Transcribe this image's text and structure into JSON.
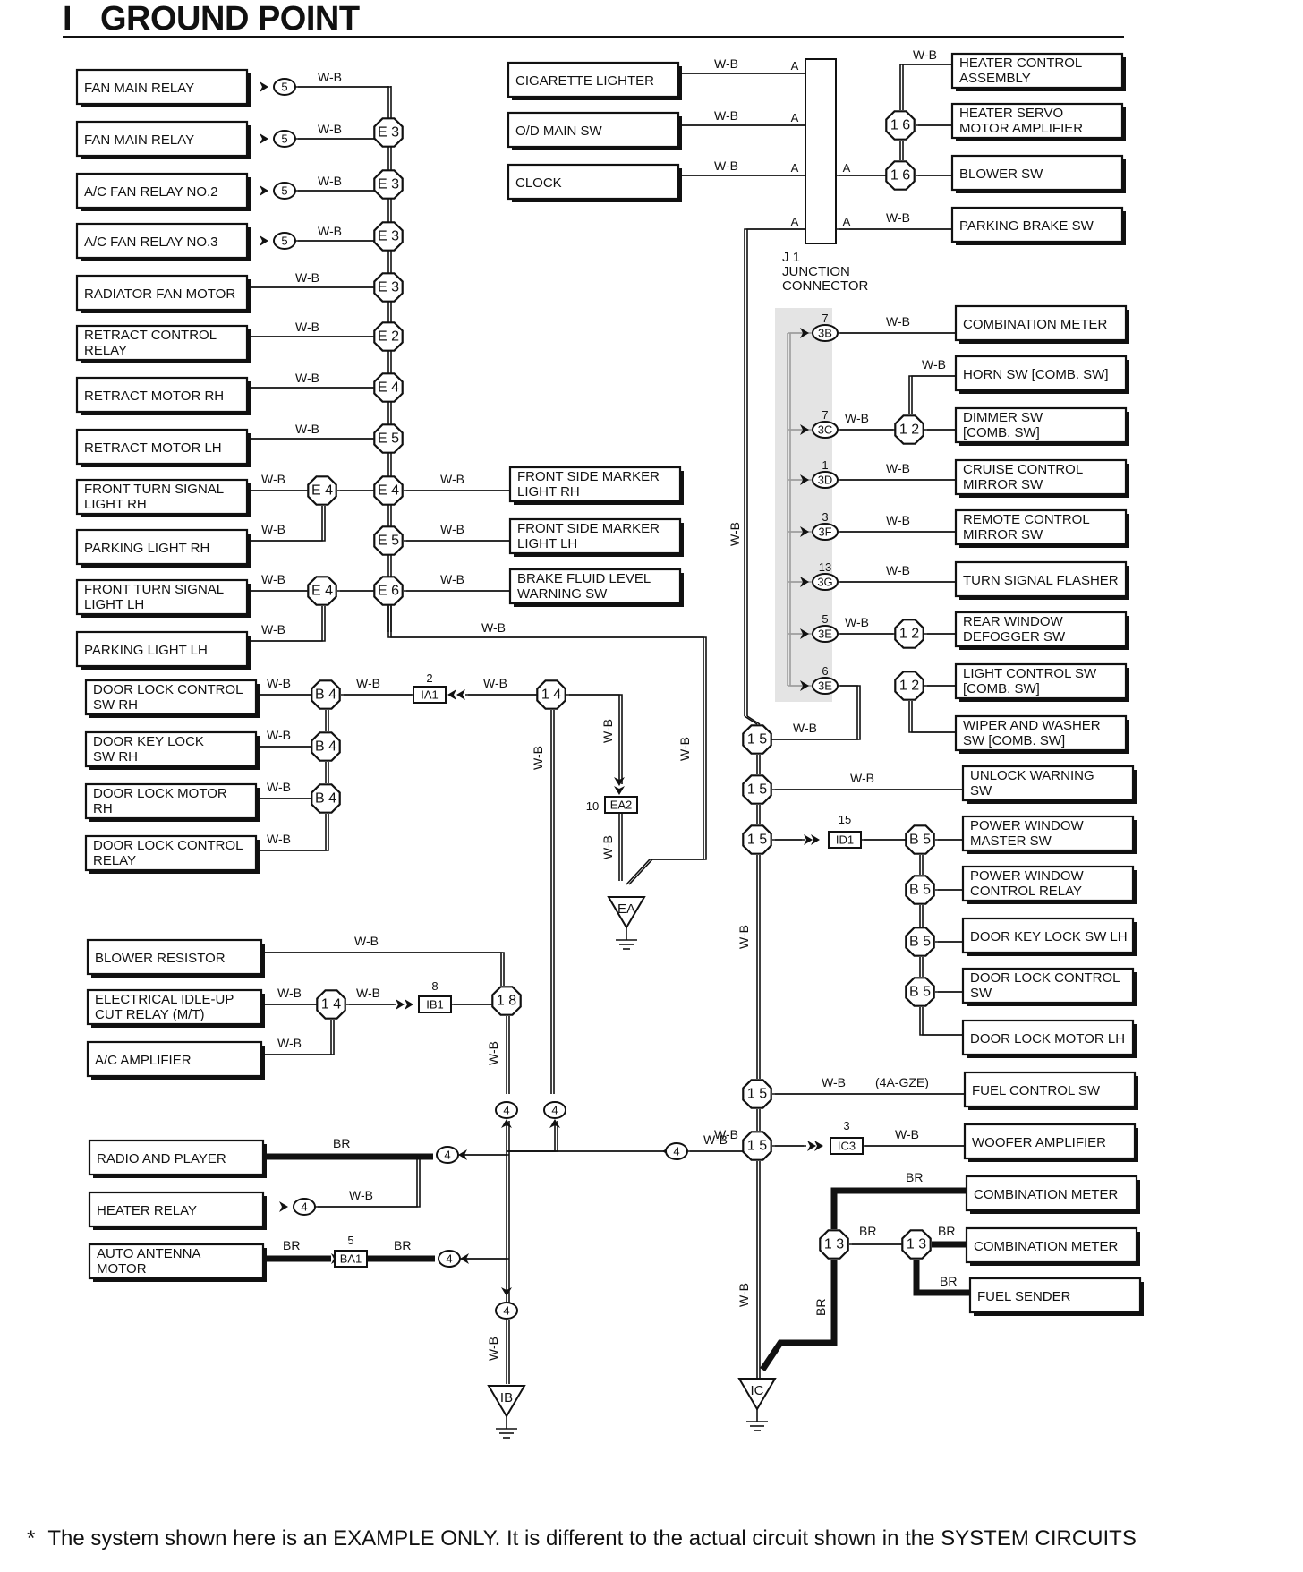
{
  "header": {
    "letter": "I",
    "title": "GROUND POINT"
  },
  "wire_color": "W-B",
  "wire_color_br": "BR",
  "junction": {
    "name": "J 1",
    "line1": "JUNCTION",
    "line2": "CONNECTOR",
    "pin": "A"
  },
  "components": [
    {
      "key": "fan-main-relay-1",
      "lines": [
        "FAN MAIN RELAY"
      ]
    },
    {
      "key": "fan-main-relay-2",
      "lines": [
        "FAN MAIN RELAY"
      ]
    },
    {
      "key": "ac-fan-relay-2",
      "lines": [
        "A/C FAN RELAY NO.2"
      ]
    },
    {
      "key": "ac-fan-relay-3",
      "lines": [
        "A/C FAN RELAY NO.3"
      ]
    },
    {
      "key": "radiator-fan-motor",
      "lines": [
        "RADIATOR FAN MOTOR"
      ]
    },
    {
      "key": "retract-control-relay",
      "lines": [
        "RETRACT CONTROL",
        "RELAY"
      ]
    },
    {
      "key": "retract-motor-rh",
      "lines": [
        "RETRACT MOTOR RH"
      ]
    },
    {
      "key": "retract-motor-lh",
      "lines": [
        "RETRACT MOTOR LH"
      ]
    },
    {
      "key": "front-turn-signal-rh",
      "lines": [
        "FRONT TURN SIGNAL",
        "LIGHT RH"
      ]
    },
    {
      "key": "parking-light-rh",
      "lines": [
        "PARKING LIGHT RH"
      ]
    },
    {
      "key": "front-turn-signal-lh",
      "lines": [
        "FRONT TURN SIGNAL",
        "LIGHT LH"
      ]
    },
    {
      "key": "parking-light-lh",
      "lines": [
        "PARKING LIGHT LH"
      ]
    },
    {
      "key": "door-lock-control-sw-rh",
      "lines": [
        "DOOR LOCK CONTROL",
        "SW RH"
      ]
    },
    {
      "key": "door-key-lock-sw-rh",
      "lines": [
        "DOOR KEY LOCK",
        "SW RH"
      ]
    },
    {
      "key": "door-lock-motor-rh",
      "lines": [
        "DOOR LOCK MOTOR",
        "RH"
      ]
    },
    {
      "key": "door-lock-control-relay",
      "lines": [
        "DOOR LOCK CONTROL",
        "RELAY"
      ]
    },
    {
      "key": "blower-resistor",
      "lines": [
        "BLOWER RESISTOR"
      ]
    },
    {
      "key": "idle-up-cut-relay",
      "lines": [
        "ELECTRICAL IDLE-UP",
        "CUT RELAY (M/T)"
      ]
    },
    {
      "key": "ac-amplifier",
      "lines": [
        "A/C AMPLIFIER"
      ]
    },
    {
      "key": "radio-and-player",
      "lines": [
        "RADIO AND PLAYER"
      ]
    },
    {
      "key": "heater-relay",
      "lines": [
        "HEATER RELAY"
      ]
    },
    {
      "key": "auto-antenna-motor",
      "lines": [
        "AUTO ANTENNA",
        "MOTOR"
      ]
    },
    {
      "key": "cigarette-lighter",
      "lines": [
        "CIGARETTE LIGHTER"
      ]
    },
    {
      "key": "od-main-sw",
      "lines": [
        "O/D MAIN SW"
      ]
    },
    {
      "key": "clock",
      "lines": [
        "CLOCK"
      ]
    },
    {
      "key": "front-side-marker-rh",
      "lines": [
        "FRONT SIDE MARKER",
        "LIGHT RH"
      ]
    },
    {
      "key": "front-side-marker-lh",
      "lines": [
        "FRONT SIDE MARKER",
        "LIGHT LH"
      ]
    },
    {
      "key": "brake-fluid-level-sw",
      "lines": [
        "BRAKE FLUID LEVEL",
        "WARNING SW"
      ]
    },
    {
      "key": "heater-control-assembly",
      "lines": [
        "HEATER CONTROL",
        "ASSEMBLY"
      ]
    },
    {
      "key": "heater-servo-motor-amp",
      "lines": [
        "HEATER SERVO",
        "MOTOR AMPLIFIER"
      ]
    },
    {
      "key": "blower-sw",
      "lines": [
        "BLOWER SW"
      ]
    },
    {
      "key": "parking-brake-sw",
      "lines": [
        "PARKING BRAKE SW"
      ]
    },
    {
      "key": "combination-meter-1",
      "lines": [
        "COMBINATION METER"
      ]
    },
    {
      "key": "horn-sw",
      "lines": [
        "HORN SW [COMB. SW]"
      ]
    },
    {
      "key": "dimmer-sw",
      "lines": [
        "DIMMER SW",
        "[COMB. SW]"
      ]
    },
    {
      "key": "cruise-control-mirror-sw",
      "lines": [
        "CRUISE CONTROL",
        "MIRROR SW"
      ]
    },
    {
      "key": "remote-control-mirror-sw",
      "lines": [
        "REMOTE CONTROL",
        "MIRROR SW"
      ]
    },
    {
      "key": "turn-signal-flasher",
      "lines": [
        "TURN SIGNAL FLASHER"
      ]
    },
    {
      "key": "rear-window-defogger-sw",
      "lines": [
        "REAR WINDOW",
        "DEFOGGER SW"
      ]
    },
    {
      "key": "light-control-sw",
      "lines": [
        "LIGHT CONTROL SW",
        "[COMB. SW]"
      ]
    },
    {
      "key": "wiper-washer-sw",
      "lines": [
        "WIPER AND WASHER",
        "SW [COMB. SW]"
      ]
    },
    {
      "key": "unlock-warning-sw",
      "lines": [
        "UNLOCK WARNING",
        "SW"
      ]
    },
    {
      "key": "power-window-master-sw",
      "lines": [
        "POWER WINDOW",
        "MASTER SW"
      ]
    },
    {
      "key": "power-window-control-relay",
      "lines": [
        "POWER WINDOW",
        "CONTROL RELAY"
      ]
    },
    {
      "key": "door-key-lock-sw-lh",
      "lines": [
        "DOOR KEY LOCK SW LH"
      ]
    },
    {
      "key": "door-lock-control-sw",
      "lines": [
        "DOOR LOCK CONTROL",
        "SW"
      ]
    },
    {
      "key": "door-lock-motor-lh",
      "lines": [
        "DOOR LOCK MOTOR LH"
      ]
    },
    {
      "key": "fuel-control-sw",
      "lines": [
        "FUEL CONTROL SW"
      ]
    },
    {
      "key": "woofer-amplifier",
      "lines": [
        "WOOFER AMPLIFIER"
      ]
    },
    {
      "key": "combination-meter-2",
      "lines": [
        "COMBINATION METER"
      ]
    },
    {
      "key": "combination-meter-3",
      "lines": [
        "COMBINATION METER"
      ]
    },
    {
      "key": "fuel-sender",
      "lines": [
        "FUEL SENDER"
      ]
    }
  ],
  "connectors": [
    {
      "key": "conn-e3-1",
      "label": "E 3"
    },
    {
      "key": "conn-e3-2",
      "label": "E 3"
    },
    {
      "key": "conn-e3-3",
      "label": "E 3"
    },
    {
      "key": "conn-e3-4",
      "label": "E 3"
    },
    {
      "key": "conn-e2",
      "label": "E 2"
    },
    {
      "key": "conn-e4-1",
      "label": "E 4"
    },
    {
      "key": "conn-e5-1",
      "label": "E 5"
    },
    {
      "key": "conn-e4-2",
      "label": "E 4"
    },
    {
      "key": "conn-e4-3",
      "label": "E 4"
    },
    {
      "key": "conn-e5-2",
      "label": "E 5"
    },
    {
      "key": "conn-e4-4",
      "label": "E 4"
    },
    {
      "key": "conn-e6",
      "label": "E 6"
    },
    {
      "key": "conn-b4-1",
      "label": "B 4"
    },
    {
      "key": "conn-b4-2",
      "label": "B 4"
    },
    {
      "key": "conn-b4-3",
      "label": "B 4"
    },
    {
      "key": "conn-14-a",
      "label": "1 4"
    },
    {
      "key": "conn-14-b",
      "label": "1 4"
    },
    {
      "key": "conn-18",
      "label": "1 8"
    },
    {
      "key": "conn-16-1",
      "label": "1 6"
    },
    {
      "key": "conn-16-2",
      "label": "1 6"
    },
    {
      "key": "conn-12-1",
      "label": "1 2"
    },
    {
      "key": "conn-12-2",
      "label": "1 2"
    },
    {
      "key": "conn-12-3",
      "label": "1 2"
    },
    {
      "key": "conn-15-1",
      "label": "1 5"
    },
    {
      "key": "conn-15-2",
      "label": "1 5"
    },
    {
      "key": "conn-15-3",
      "label": "1 5"
    },
    {
      "key": "conn-15-4",
      "label": "1 5"
    },
    {
      "key": "conn-15-5",
      "label": "1 5"
    },
    {
      "key": "conn-b5-1",
      "label": "B 5"
    },
    {
      "key": "conn-b5-2",
      "label": "B 5"
    },
    {
      "key": "conn-b5-3",
      "label": "B 5"
    },
    {
      "key": "conn-b5-4",
      "label": "B 5"
    },
    {
      "key": "conn-13-1",
      "label": "1 3"
    },
    {
      "key": "conn-13-2",
      "label": "1 3"
    }
  ],
  "small_connectors": [
    {
      "key": "sc-5-1",
      "label": "5"
    },
    {
      "key": "sc-5-2",
      "label": "5"
    },
    {
      "key": "sc-5-3",
      "label": "5"
    },
    {
      "key": "sc-5-4",
      "label": "5"
    },
    {
      "key": "sc-4-a",
      "label": "4"
    },
    {
      "key": "sc-4-b",
      "label": "4"
    },
    {
      "key": "sc-4-c",
      "label": "4"
    },
    {
      "key": "sc-4-d",
      "label": "4"
    },
    {
      "key": "sc-4-e",
      "label": "4"
    },
    {
      "key": "sc-4-f",
      "label": "4"
    },
    {
      "key": "sc-4-g",
      "label": "4"
    }
  ],
  "junction_pins": [
    {
      "key": "jp-3b",
      "label": "3B",
      "pin": "7"
    },
    {
      "key": "jp-3c",
      "label": "3C",
      "pin": "7"
    },
    {
      "key": "jp-3d",
      "label": "3D",
      "pin": "1"
    },
    {
      "key": "jp-3f",
      "label": "3F",
      "pin": "3"
    },
    {
      "key": "jp-3g",
      "label": "3G",
      "pin": "13"
    },
    {
      "key": "jp-3e",
      "label": "3E",
      "pin": "5"
    },
    {
      "key": "jp-3e-2",
      "label": "3E",
      "pin": "6"
    }
  ],
  "inline_connectors": [
    {
      "key": "ic-ia1",
      "label": "IA1",
      "pin": "2"
    },
    {
      "key": "ic-ea2",
      "label": "EA2",
      "pin": "10"
    },
    {
      "key": "ic-ib1",
      "label": "IB1",
      "pin": "8"
    },
    {
      "key": "ic-ba1",
      "label": "BA1",
      "pin": "5"
    },
    {
      "key": "ic-id1",
      "label": "ID1",
      "pin": "15"
    },
    {
      "key": "ic-ic3",
      "label": "IC3",
      "pin": "3"
    }
  ],
  "grounds": [
    {
      "key": "ground-ea",
      "label": "EA"
    },
    {
      "key": "ground-ib",
      "label": "IB"
    },
    {
      "key": "ground-ic",
      "label": "IC"
    }
  ],
  "notes": {
    "fuel_variant": "(4A-GZE)"
  },
  "footnote": {
    "star": "*",
    "text": "The system shown here is an EXAMPLE ONLY. It is different to the actual circuit shown in the SYSTEM CIRCUITS"
  }
}
